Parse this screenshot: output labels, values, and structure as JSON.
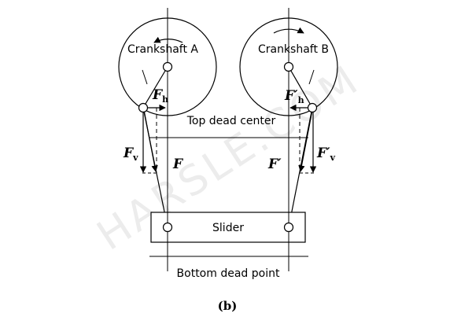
{
  "diagram": {
    "crankshaft_a": "Crankshaft A",
    "crankshaft_b": "Crankshaft B",
    "top_dead_center": "Top dead center",
    "bottom_dead_point": "Bottom dead point",
    "slider": "Slider",
    "caption": "(b)",
    "force_left": {
      "horizontal": {
        "main": "F",
        "sub": "h"
      },
      "vertical": {
        "main": "F",
        "sub": "v"
      },
      "resultant": "F"
    },
    "force_right": {
      "horizontal": {
        "main": "F′",
        "sub": "h"
      },
      "vertical": {
        "main": "F′",
        "sub": "v"
      },
      "resultant": "F′"
    },
    "watermark": "HARSLE.COM"
  }
}
